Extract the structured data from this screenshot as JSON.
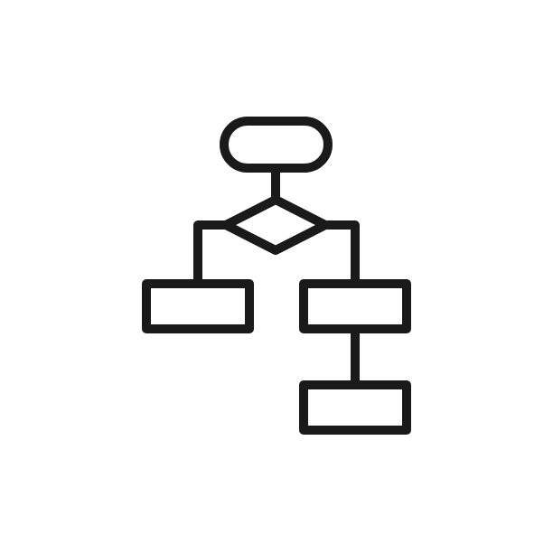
{
  "icon": {
    "name": "flowchart-icon",
    "stroke_color": "#1a1a1a",
    "background_color": "#ffffff",
    "nodes": [
      {
        "id": "start",
        "shape": "terminal"
      },
      {
        "id": "decision",
        "shape": "diamond"
      },
      {
        "id": "left-process",
        "shape": "rectangle"
      },
      {
        "id": "right-process",
        "shape": "rectangle"
      },
      {
        "id": "bottom-process",
        "shape": "rectangle"
      }
    ],
    "connectors": [
      {
        "from": "start",
        "to": "decision"
      },
      {
        "from": "decision",
        "to": "left-process"
      },
      {
        "from": "decision",
        "to": "right-process"
      },
      {
        "from": "right-process",
        "to": "bottom-process"
      }
    ]
  }
}
